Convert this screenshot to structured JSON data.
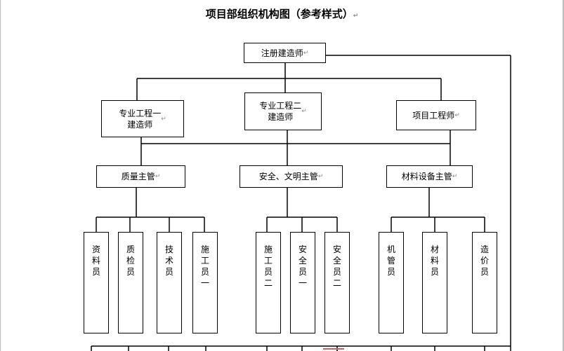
{
  "title": "项目部组织机构图（参考样式）",
  "para_mark": "↵",
  "boxes": {
    "registered_engineer": "注册建造师",
    "engineer_1": "专业工程一\n建造师",
    "engineer_2": "专业工程二\n建造师",
    "project_engineer": "项目工程师",
    "quality_supervisor": "质量主管",
    "safety_supervisor": "安全、文明主管",
    "material_supervisor": "材料设备主管",
    "staff": {
      "data_clerk": "资\n料\n员",
      "quality_inspector": "质\n检\n员",
      "technician": "技\n术\n员",
      "construction_worker_1": "施\n工\n员\n一",
      "construction_worker_2": "施\n工\n员\n二",
      "safety_officer_1": "安\n全\n员\n一",
      "safety_officer_2": "安\n全\n员\n二",
      "machinery_manager": "机\n管\n员",
      "material_clerk": "材\n料\n员",
      "cost_estimator": "造\n价\n员"
    }
  }
}
